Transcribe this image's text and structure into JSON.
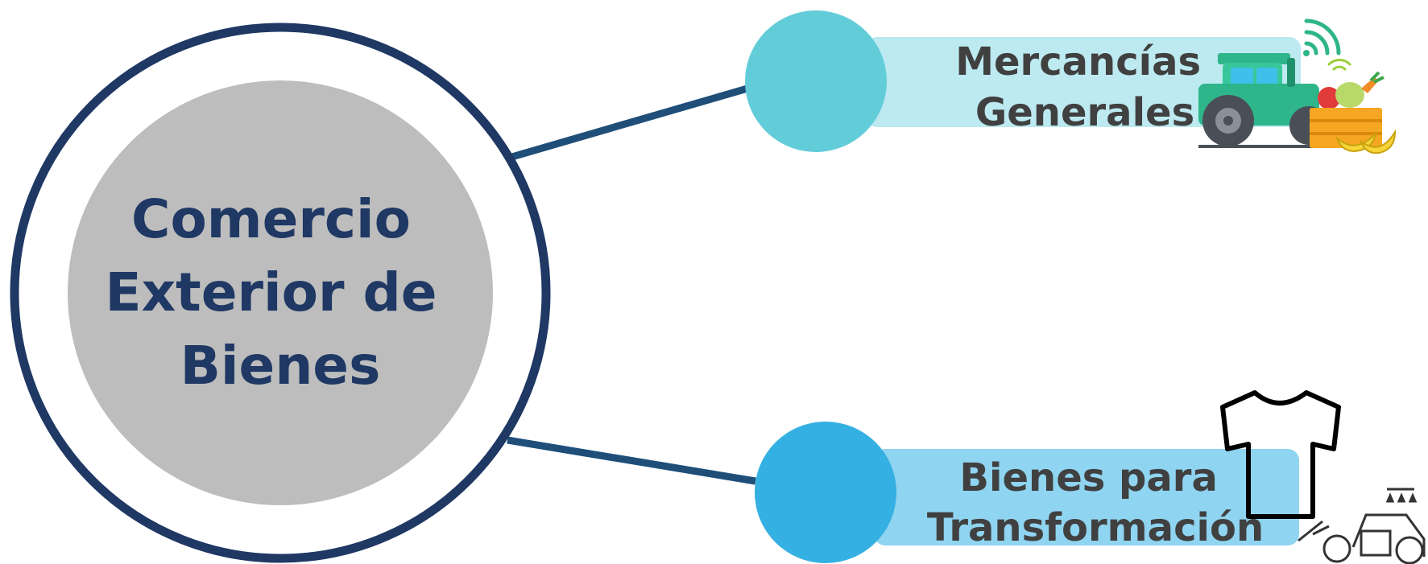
{
  "center": {
    "lines": [
      "Comercio",
      "Exterior de",
      "Bienes"
    ]
  },
  "branches": [
    {
      "lines": [
        "Mercancías",
        "Generales"
      ],
      "icon": "tractor-produce-icon"
    },
    {
      "lines": [
        "Bienes para",
        "Transformación"
      ],
      "icon": "tshirt-car-parts-icon"
    }
  ],
  "colors": {
    "outer_ring": "#1f3864",
    "center_fill": "#bdbdbd",
    "center_text": "#1f3864",
    "connector": "#1f4e79",
    "branch1_circle": "#62cdd9",
    "branch1_band": "#bde9f0",
    "branch2_circle": "#35b0e2",
    "branch2_band": "#8fd4f0",
    "branch_text": "#404040"
  }
}
